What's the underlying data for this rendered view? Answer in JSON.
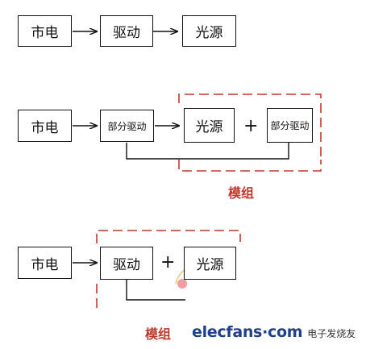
{
  "row1": {
    "mains": "市电",
    "driver": "驱动",
    "light": "光源"
  },
  "row2": {
    "mains": "市电",
    "partial_driver": "部分驱动",
    "light": "光源",
    "plus": "+",
    "partial_driver_2": "部分驱动",
    "module_label": "模组"
  },
  "row3": {
    "mains": "市电",
    "driver": "驱动",
    "plus": "+",
    "light": "光源",
    "module_label": "模组"
  },
  "watermark": {
    "main": "elecfans·com",
    "sub": "电子发烧友"
  },
  "colors": {
    "box_border": "#111111",
    "module_dash": "#c0392b",
    "watermark_blue": "#1f3f8f"
  }
}
